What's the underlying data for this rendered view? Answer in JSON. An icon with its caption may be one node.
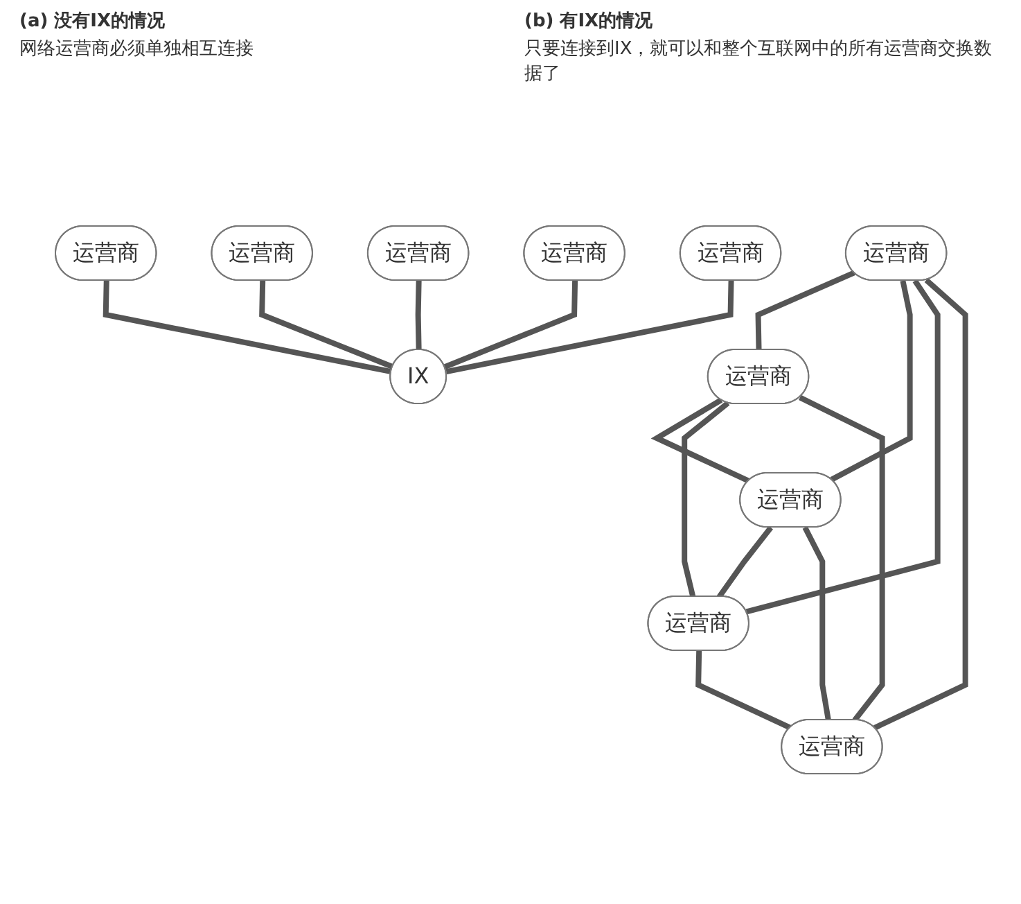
{
  "diagram": {
    "nodes": [
      {
        "text": [
          "运营商"
        ]
      },
      {
        "text": [
          "运营商"
        ]
      },
      {
        "text": [
          "运营商"
        ]
      },
      {
        "text": [
          "运营商"
        ]
      },
      {
        "text": [
          "运营商"
        ]
      },
      {
        "text": [
          "运营商"
        ]
      },
      {
        "text": [
          "运营商"
        ]
      },
      {
        "text": [
          "IX"
        ]
      },
      {
        "text": [
          "运营商"
        ]
      },
      {
        "text": [
          "运营商"
        ]
      },
      {
        "text": [
          "运营商"
        ]
      }
    ],
    "edges": [
      {
        "from": 0,
        "to": 1,
        "arrow": "none"
      },
      {
        "from": 0,
        "to": 2,
        "arrow": "none"
      },
      {
        "from": 0,
        "to": 3,
        "arrow": "none"
      },
      {
        "from": 0,
        "to": 4,
        "arrow": "none"
      },
      {
        "from": 1,
        "to": 2,
        "arrow": "none"
      },
      {
        "from": 1,
        "to": 3,
        "arrow": "none"
      },
      {
        "from": 1,
        "to": 4,
        "arrow": "none"
      },
      {
        "from": 2,
        "to": 3,
        "arrow": "none"
      },
      {
        "from": 2,
        "to": 4,
        "arrow": "none"
      },
      {
        "from": 3,
        "to": 4,
        "arrow": "none"
      },
      {
        "from": 5,
        "to": 7,
        "arrow": "none"
      },
      {
        "from": 6,
        "to": 7,
        "arrow": "none"
      },
      {
        "from": 8,
        "to": 7,
        "arrow": "none"
      },
      {
        "from": 9,
        "to": 7,
        "arrow": "none"
      },
      {
        "from": 10,
        "to": 7,
        "arrow": "none"
      }
    ],
    "labels": [
      "(a) 没有IX的情况",
      "网络运营商必须单独相互连接",
      "(b) 有IX的情况",
      "只要连接到IX，就可以和整个互联网中的所有运营商交换数据了"
    ]
  }
}
